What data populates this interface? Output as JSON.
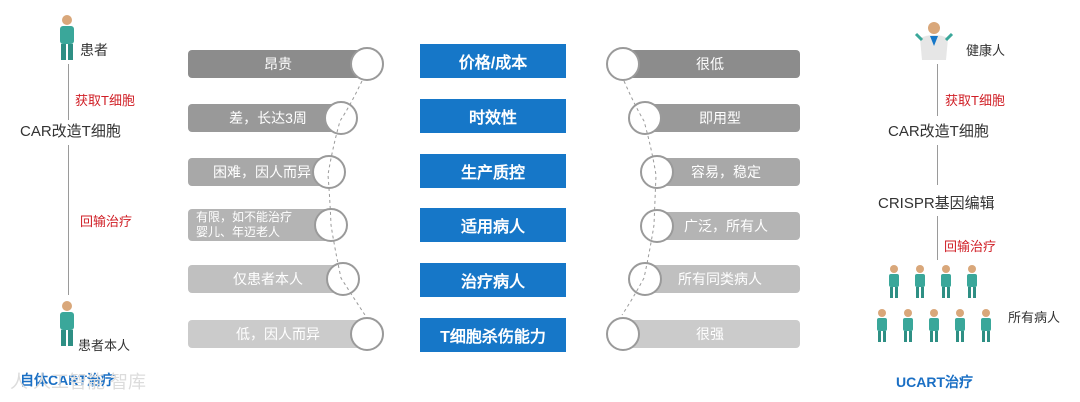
{
  "left": {
    "patient": "患者",
    "step1": "获取T细胞",
    "car": "CAR改造T细胞",
    "step2": "回输治疗",
    "patient_self": "患者本人",
    "caption": "自体CART治疗"
  },
  "right": {
    "healthy": "健康人",
    "step1": "获取T细胞",
    "car": "CAR改造T细胞",
    "crispr": "CRISPR基因编辑",
    "step2": "回输治疗",
    "all_patients": "所有病人",
    "caption": "UCART治疗"
  },
  "center": [
    "价格/成本",
    "时效性",
    "生产质控",
    "适用病人",
    "治疗病人",
    "T细胞杀伤能力"
  ],
  "left_values": [
    {
      "text": "昂贵"
    },
    {
      "text": "差，长达3周"
    },
    {
      "text": "困难，因人而异"
    },
    {
      "line1": "有限，如不能治疗",
      "line2": "婴儿、年迈老人"
    },
    {
      "text": "仅患者本人"
    },
    {
      "text": "低，因人而异"
    }
  ],
  "right_values": [
    "很低",
    "即用型",
    "容易，稳定",
    "广泛，所有人",
    "所有同类病人",
    "很强"
  ],
  "watermark": "人 人工智能 智库",
  "colors": {
    "center_box": "#1677c8",
    "left_pills": [
      "#8c8c8c",
      "#999999",
      "#a8a8a8",
      "#b4b4b4",
      "#c0c0c0",
      "#cbcbcb"
    ],
    "right_pills": [
      "#8c8c8c",
      "#999999",
      "#a8a8a8",
      "#b4b4b4",
      "#c0c0c0",
      "#cbcbcb"
    ],
    "accent_red": "#d01f26",
    "figure_teal": "#3aa79a"
  }
}
